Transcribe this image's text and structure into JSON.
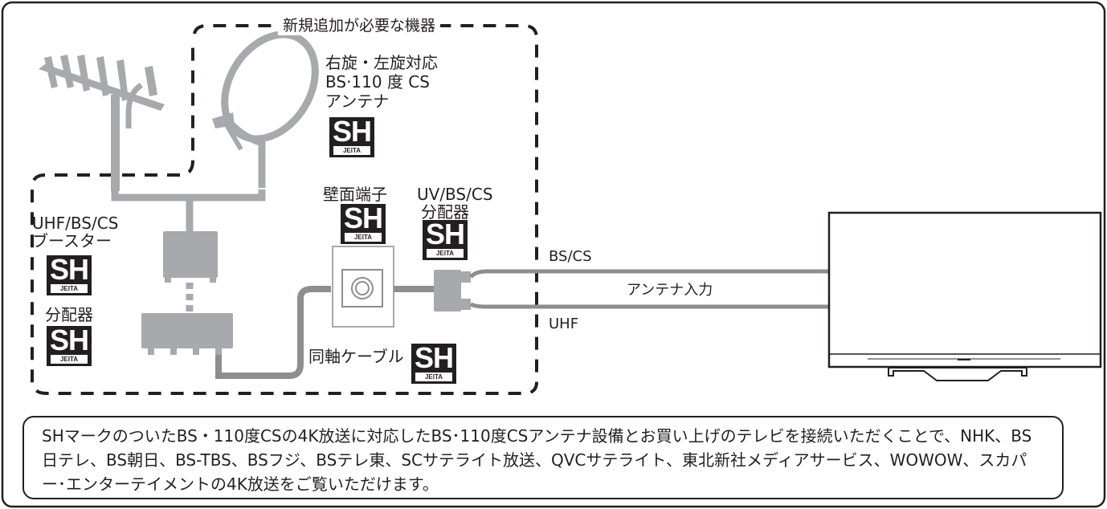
{
  "group_label": "新規追加が必要な機器",
  "dish_label": [
    "右旋・左旋対応",
    "BS·110 度 CS",
    "アンテナ"
  ],
  "wall_terminal_label": "壁面端子",
  "splitter_uv_label": [
    "UV/BS/CS",
    "分配器"
  ],
  "booster_label": [
    "UHF/BS/CS",
    "ブースター"
  ],
  "splitter_label": "分配器",
  "coax_label": "同軸ケーブル",
  "bscs_label": "BS/CS",
  "antenna_input_label": "アンテナ入力",
  "uhf_label": "UHF",
  "sh_mark": {
    "text": "SH",
    "sub": "JEITA"
  },
  "note_text": "SHマークのついたBS・110度CSの4K放送に対応したBS･110度CSアンテナ設備とお買い上げのテレビを接続いただくことで、NHK、BS日テレ、BS朝日、BS-TBS、BSフジ、BSテレ東、SCサテライト放送、QVCサテライト、東北新社メディアサービス、WOWOW、スカパー･エンターテイメントの4K放送をご覧いただけます。",
  "colors": {
    "line": "#231f20",
    "device": "#a7a9ac",
    "cable": "#8c8e91",
    "device_stroke": "#8c8e91"
  }
}
